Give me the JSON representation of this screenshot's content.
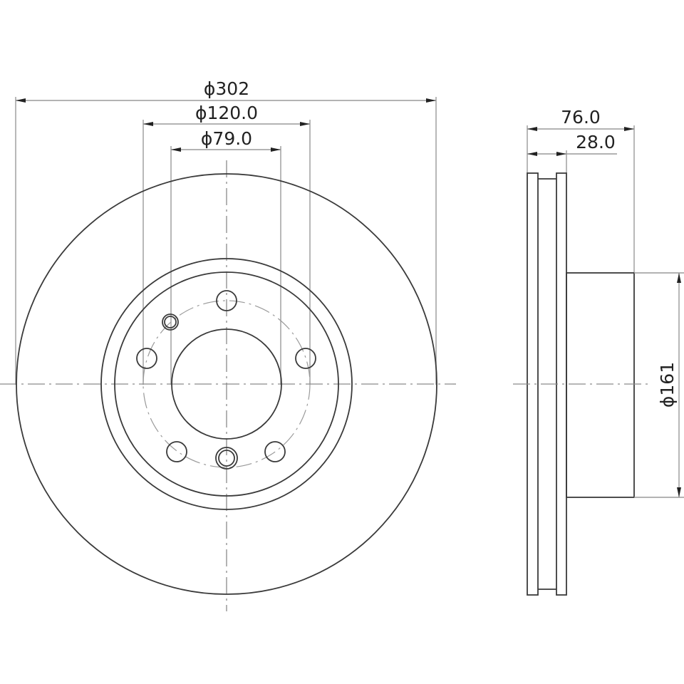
{
  "drawing": {
    "title": "Brake disc technical drawing",
    "front_view": {
      "dimensions": {
        "outer_diameter": "ϕ302",
        "bolt_circle_diameter": "ϕ120.0",
        "center_bore_diameter": "ϕ79.0"
      },
      "bolt_holes": 5,
      "locating_pins": 2
    },
    "side_view": {
      "dimensions": {
        "total_height": "76.0",
        "disc_thickness": "28.0",
        "hat_diameter": "ϕ161"
      }
    },
    "colors": {
      "line": "#3a3a3a",
      "dimension_line": "#9a9a9a",
      "background": "#ffffff"
    }
  }
}
